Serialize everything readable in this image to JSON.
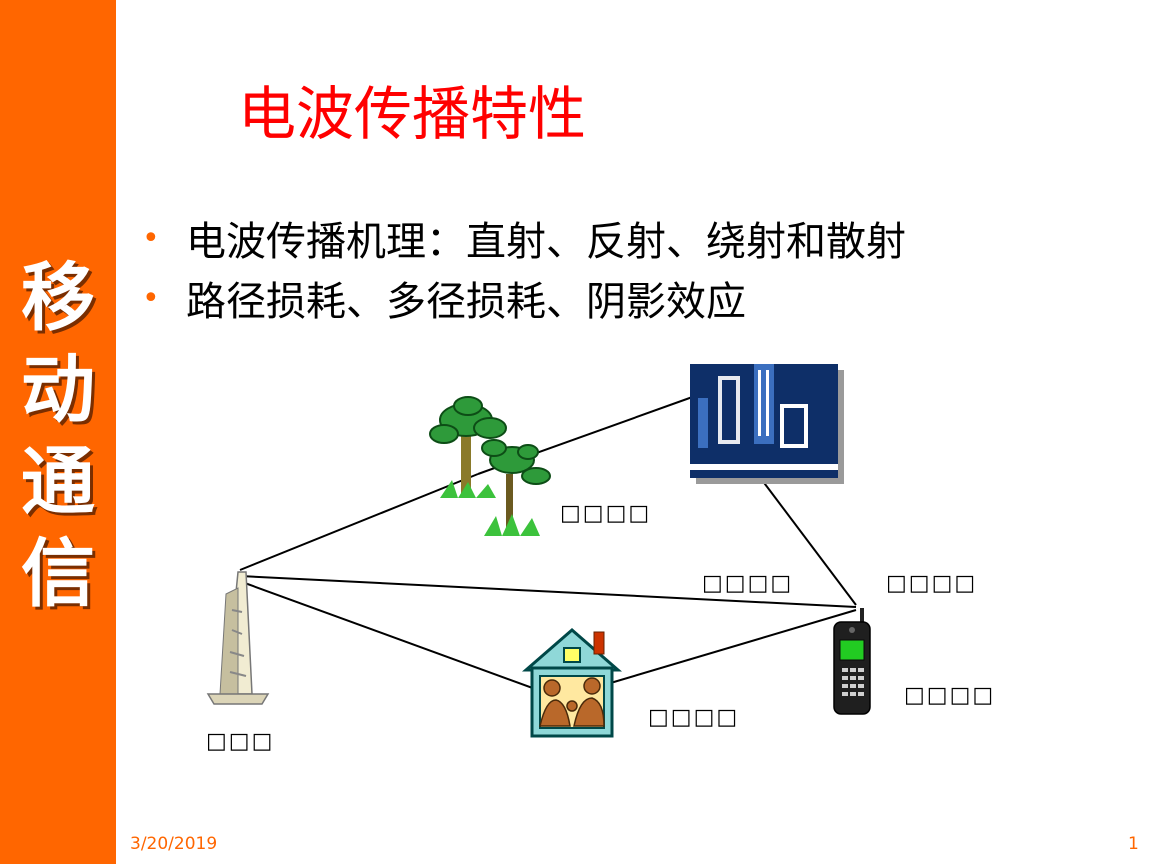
{
  "sidebar": {
    "title_chars": [
      "移",
      "动",
      "通",
      "信"
    ]
  },
  "slide": {
    "title": "电波传播特性",
    "bullets": [
      "电波传播机理：直射、反射、绕射和散射",
      "路径损耗、多径损耗、阴影效应"
    ]
  },
  "diagram": {
    "labels": {
      "tree": "□□□□",
      "link_mid": "□□□□",
      "building_right": "□□□□",
      "phone": "□□□□",
      "house": "□□□□",
      "tower": "□□□"
    }
  },
  "footer": {
    "date": "3/20/2019",
    "page": "1"
  },
  "colors": {
    "sidebar": "#ff6600",
    "title": "#ff0000",
    "bullet": "#ff6600"
  }
}
